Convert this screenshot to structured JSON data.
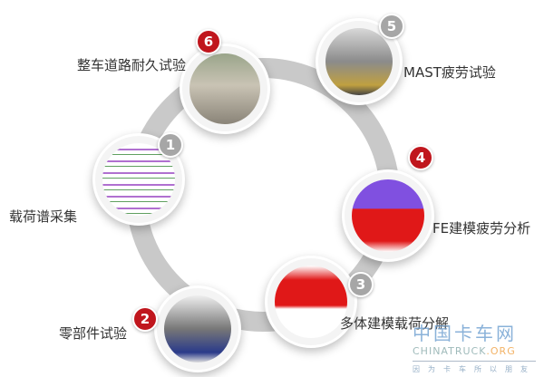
{
  "steps": [
    {
      "num": "1",
      "label": "载荷谱采集",
      "badge_color": "#a6a6a6"
    },
    {
      "num": "2",
      "label": "零部件试验",
      "badge_color": "#c0161d"
    },
    {
      "num": "3",
      "label": "多体建模载荷分解",
      "badge_color": "#a6a6a6"
    },
    {
      "num": "4",
      "label": "FE建模疲劳分析",
      "badge_color": "#c0161d"
    },
    {
      "num": "5",
      "label": "MAST疲劳试验",
      "badge_color": "#a6a6a6"
    },
    {
      "num": "6",
      "label": "整车道路耐久试验",
      "badge_color": "#c0161d"
    }
  ],
  "watermark": {
    "cn": "中国卡车网",
    "en_main": "CHINATRUCK",
    "en_suffix": ".ORG",
    "slogan": "因为卡车所以朋友"
  }
}
